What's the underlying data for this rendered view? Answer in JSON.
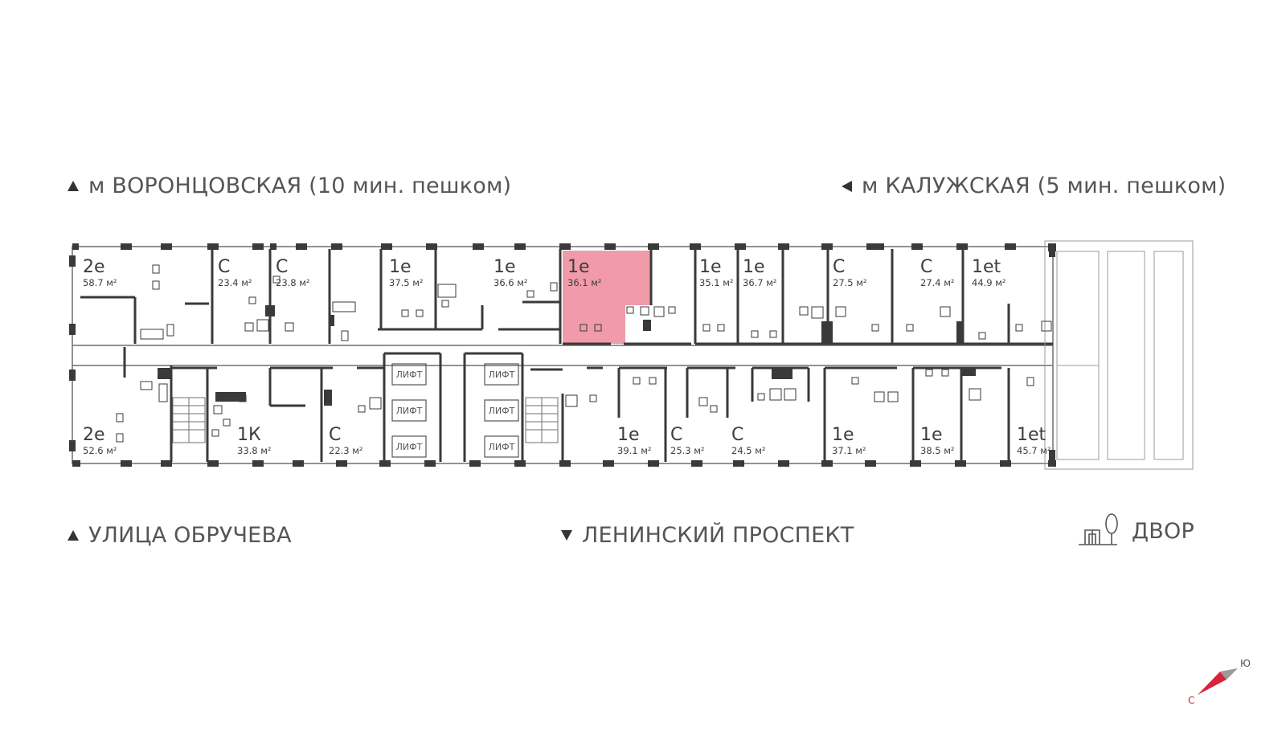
{
  "landmarks": {
    "top_left": "м ВОРОНЦОВСКАЯ  (10 мин. пешком)",
    "top_right": "м КАЛУЖСКАЯ (5 мин. пешком)",
    "bottom_left": "УЛИЦА ОБРУЧЕВА",
    "bottom_center": "ЛЕНИНСКИЙ ПРОСПЕКТ",
    "bottom_right": "ДВОР"
  },
  "colors": {
    "wall": "#3a3a3a",
    "highlight": "#f09aaa",
    "line": "#6f6f6f",
    "compass_red": "#d8243a"
  },
  "lift_label": "ЛИФТ",
  "apartments_top": [
    {
      "type": "2е",
      "area": "58.7 м²"
    },
    {
      "type": "С",
      "area": "23.4 м²"
    },
    {
      "type": "С",
      "area": "23.8 м²"
    },
    {
      "type": "1е",
      "area": "37.5 м²"
    },
    {
      "type": "1е",
      "area": "36.6 м²"
    },
    {
      "type": "1е",
      "area": "36.1 м²",
      "selected": true
    },
    {
      "type": "1е",
      "area": "35.1 м²"
    },
    {
      "type": "1е",
      "area": "36.7 м²"
    },
    {
      "type": "С",
      "area": "27.5 м²"
    },
    {
      "type": "С",
      "area": "27.4 м²"
    },
    {
      "type": "1еt",
      "area": "44.9 м²"
    }
  ],
  "apartments_bottom": [
    {
      "type": "2е",
      "area": "52.6 м²"
    },
    {
      "type": "1К",
      "area": "33.8 м²"
    },
    {
      "type": "С",
      "area": "22.3 м²"
    },
    {
      "type": "1е",
      "area": "39.1 м²"
    },
    {
      "type": "С",
      "area": "25.3 м²"
    },
    {
      "type": "С",
      "area": "24.5 м²"
    },
    {
      "type": "1е",
      "area": "37.1 м²"
    },
    {
      "type": "1е",
      "area": "38.5 м²"
    },
    {
      "type": "1еt",
      "area": "45.7 м²"
    }
  ],
  "compass": {
    "north": "С",
    "south": "Ю"
  }
}
